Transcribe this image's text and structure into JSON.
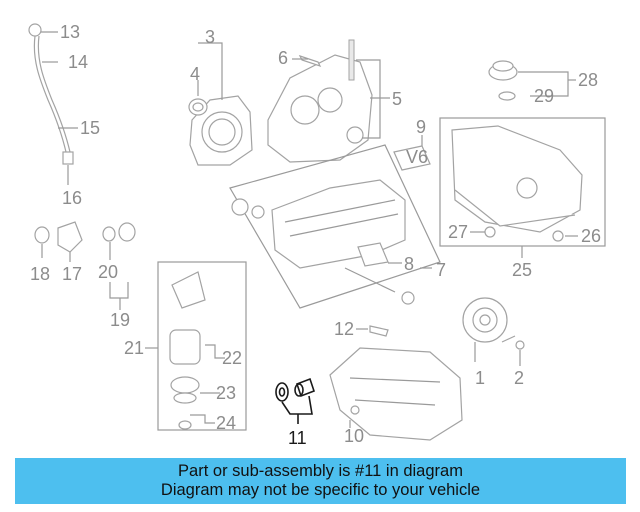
{
  "callouts": {
    "c1": "1",
    "c2": "2",
    "c3": "3",
    "c4": "4",
    "c5": "5",
    "c6": "6",
    "c7": "7",
    "c8": "8",
    "c9": "9",
    "c10": "10",
    "c11": "11",
    "c12": "12",
    "c13": "13",
    "c14": "14",
    "c15": "15",
    "c16": "16",
    "c17": "17",
    "c18": "18",
    "c19": "19",
    "c20": "20",
    "c21": "21",
    "c22": "22",
    "c23": "23",
    "c24": "24",
    "c25": "25",
    "c26": "26",
    "c27": "27",
    "c28": "28",
    "c29": "29"
  },
  "highlighted_part": "11",
  "badge_text": "V6",
  "colors": {
    "banner": "#4dbfef",
    "highlight": "#1a1a1a",
    "part_line": "#a3a3a3"
  },
  "banner": {
    "line1": "Part or sub-assembly is #11 in diagram",
    "line2": "Diagram may not be specific to your vehicle"
  }
}
